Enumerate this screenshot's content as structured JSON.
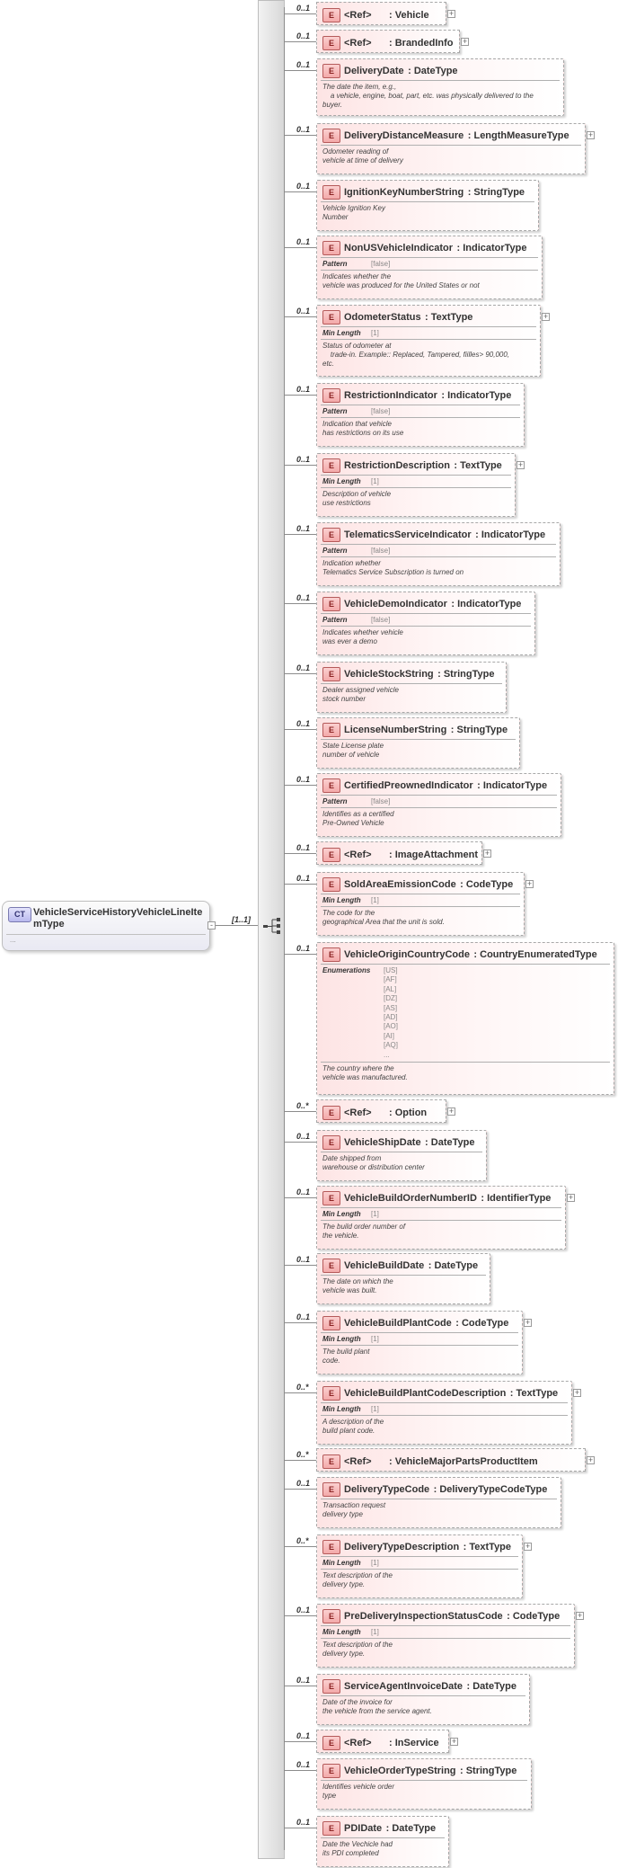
{
  "complex_type": {
    "badge": "CT",
    "name": "VehicleServiceHistoryVehicleLineItemType",
    "extra": "...",
    "multiplicity": "[1..1]"
  },
  "elements": [
    {
      "kind": "ref",
      "mult": "0..1",
      "ref_label": "<Ref>",
      "type": ": Vehicle",
      "expand": true
    },
    {
      "kind": "ref",
      "mult": "0..1",
      "ref_label": "<Ref>",
      "type": ": BrandedInfo",
      "expand": true
    },
    {
      "kind": "el",
      "mult": "0..1",
      "name": "DeliveryDate",
      "type": ": DateType",
      "doc": "The date the item, e.g.,\n    a vehicle, engine, boat, part, etc. was physically delivered to the\nbuyer."
    },
    {
      "kind": "el",
      "mult": "0..1",
      "name": "DeliveryDistanceMeasure",
      "type": ": LengthMeasureType",
      "doc": "Odometer reading of\nvehicle at time of delivery",
      "expand": true
    },
    {
      "kind": "el",
      "mult": "0..1",
      "name": "IgnitionKeyNumberString",
      "type": ": StringType",
      "doc": "Vehicle Ignition Key\nNumber"
    },
    {
      "kind": "el",
      "mult": "0..1",
      "name": "NonUSVehicleIndicator",
      "type": ": IndicatorType",
      "facet_label": "Pattern",
      "facet_value": "[false]",
      "doc": "Indicates whether the\nvehicle was produced for the United States or not"
    },
    {
      "kind": "el",
      "mult": "0..1",
      "name": "OdometerStatus",
      "type": ": TextType",
      "facet_label": "Min Length",
      "facet_value": "[1]",
      "doc": "Status of odometer at\n    trade-in. Example:: Replaced, Tampered, fiilles> 90,000,\netc.",
      "expand": true
    },
    {
      "kind": "el",
      "mult": "0..1",
      "name": "RestrictionIndicator",
      "type": ": IndicatorType",
      "facet_label": "Pattern",
      "facet_value": "[false]",
      "doc": "Indication that vehicle\nhas restrictions on its use"
    },
    {
      "kind": "el",
      "mult": "0..1",
      "name": "RestrictionDescription",
      "type": ": TextType",
      "facet_label": "Min Length",
      "facet_value": "[1]",
      "doc": "Description of vehicle\nuse restrictions",
      "expand": true
    },
    {
      "kind": "el",
      "mult": "0..1",
      "name": "TelematicsServiceIndicator",
      "type": ": IndicatorType",
      "facet_label": "Pattern",
      "facet_value": "[false]",
      "doc": "Indication whether\nTelematics Service Subscription is turned on"
    },
    {
      "kind": "el",
      "mult": "0..1",
      "name": "VehicleDemoIndicator",
      "type": ": IndicatorType",
      "facet_label": "Pattern",
      "facet_value": "[false]",
      "doc": "Indicates whether vehicle\nwas ever a demo"
    },
    {
      "kind": "el",
      "mult": "0..1",
      "name": "VehicleStockString",
      "type": ": StringType",
      "doc": "Dealer assigned vehicle\nstock number"
    },
    {
      "kind": "el",
      "mult": "0..1",
      "name": "LicenseNumberString",
      "type": ": StringType",
      "doc": "State License plate\nnumber of vehicle"
    },
    {
      "kind": "el",
      "mult": "0..1",
      "name": "CertifiedPreownedIndicator",
      "type": ": IndicatorType",
      "facet_label": "Pattern",
      "facet_value": "[false]",
      "doc": "Identifies as a certified\nPre-Owned Vehicle"
    },
    {
      "kind": "ref",
      "mult": "0..1",
      "ref_label": "<Ref>",
      "type": ": ImageAttachment",
      "expand": true
    },
    {
      "kind": "el",
      "mult": "0..1",
      "name": "SoldAreaEmissionCode",
      "type": ": CodeType",
      "facet_label": "Min Length",
      "facet_value": "[1]",
      "doc": "The code for the\ngeographical Area that the unit is sold.",
      "expand": true
    },
    {
      "kind": "el",
      "mult": "0..1",
      "name": "VehicleOriginCountryCode",
      "type": ": CountryEnumeratedType",
      "facet_label": "Enumerations",
      "enums": "[US]\n[AF]\n[AL]\n[DZ]\n[AS]\n[AD]\n[AO]\n[AI]\n[AQ]\n...",
      "doc": "The country where the\nvehicle was manufactured."
    },
    {
      "kind": "ref",
      "mult": "0..*",
      "ref_label": "<Ref>",
      "type": ": Option",
      "expand": true
    },
    {
      "kind": "el",
      "mult": "0..1",
      "name": "VehicleShipDate",
      "type": ": DateType",
      "doc": "Date shipped from\nwarehouse or distribution center"
    },
    {
      "kind": "el",
      "mult": "0..1",
      "name": "VehicleBuildOrderNumberID",
      "type": ": IdentifierType",
      "facet_label": "Min Length",
      "facet_value": "[1]",
      "doc": "The build order number of\nthe vehicle.",
      "expand": true
    },
    {
      "kind": "el",
      "mult": "0..1",
      "name": "VehicleBuildDate",
      "type": ": DateType",
      "doc": "The date on which the\nvehicle was built."
    },
    {
      "kind": "el",
      "mult": "0..1",
      "name": "VehicleBuildPlantCode",
      "type": ": CodeType",
      "facet_label": "Min Length",
      "facet_value": "[1]",
      "doc": "The build plant\ncode.",
      "expand": true
    },
    {
      "kind": "el",
      "mult": "0..*",
      "name": "VehicleBuildPlantCodeDescription",
      "type": ": TextType",
      "facet_label": "Min Length",
      "facet_value": "[1]",
      "doc": "A description of the\nbuild plant code.",
      "expand": true
    },
    {
      "kind": "ref",
      "mult": "0..*",
      "ref_label": "<Ref>",
      "type": ": VehicleMajorPartsProductItem",
      "expand": true
    },
    {
      "kind": "el",
      "mult": "0..1",
      "name": "DeliveryTypeCode",
      "type": ": DeliveryTypeCodeType",
      "doc": "Transaction request\ndelivery type"
    },
    {
      "kind": "el",
      "mult": "0..*",
      "name": "DeliveryTypeDescription",
      "type": ": TextType",
      "facet_label": "Min Length",
      "facet_value": "[1]",
      "doc": "Text description of the\ndelivery type.",
      "expand": true
    },
    {
      "kind": "el",
      "mult": "0..1",
      "name": "PreDeliveryInspectionStatusCode",
      "type": ": CodeType",
      "facet_label": "Min Length",
      "facet_value": "[1]",
      "doc": "Text description of the\ndelivery type.",
      "expand": true
    },
    {
      "kind": "el",
      "mult": "0..1",
      "name": "ServiceAgentInvoiceDate",
      "type": ": DateType",
      "doc": "Date of the invoice for\nthe vehicle from the service agent."
    },
    {
      "kind": "ref",
      "mult": "0..1",
      "ref_label": "<Ref>",
      "type": ": InService",
      "expand": true
    },
    {
      "kind": "el",
      "mult": "0..1",
      "name": "VehicleOrderTypeString",
      "type": ": StringType",
      "doc": "Identifies vehicle order\ntype"
    },
    {
      "kind": "el",
      "mult": "0..1",
      "name": "PDIDate",
      "type": ": DateType",
      "doc": "Date the Vechicle had\nits PDI completed"
    }
  ]
}
